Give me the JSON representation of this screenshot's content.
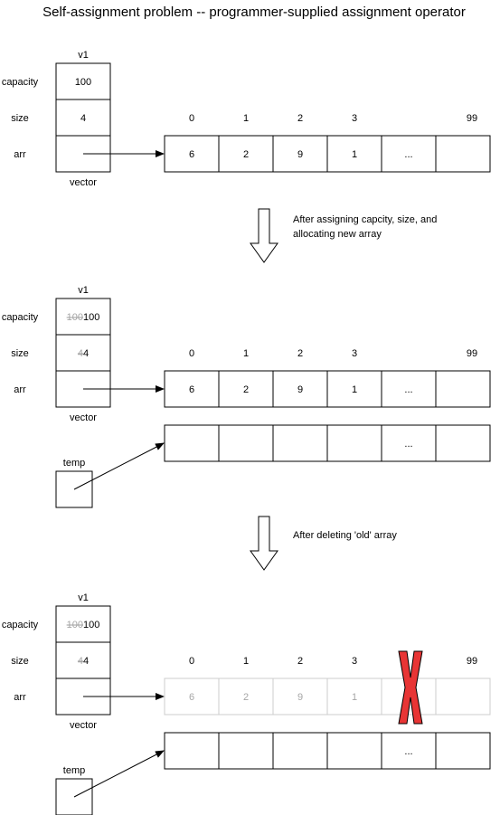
{
  "title": "Self-assignment problem -- programmer-supplied assignment operator",
  "vector": {
    "name": "v1",
    "type_label": "vector",
    "field_labels": [
      "capacity",
      "size",
      "arr"
    ],
    "capacity": "100",
    "size": "4"
  },
  "array": {
    "index_labels": [
      "0",
      "1",
      "2",
      "3",
      "",
      "99"
    ],
    "values": [
      "6",
      "2",
      "9",
      "1",
      "...",
      ""
    ]
  },
  "temp": {
    "label": "temp",
    "values": [
      "",
      "",
      "",
      "",
      "...",
      ""
    ]
  },
  "strikethrough_old": {
    "capacity": "100",
    "size": "4"
  },
  "steps": [
    {
      "label": "After assigning capcity, size, and allocating new array"
    },
    {
      "label": "After deleting 'old' array"
    }
  ],
  "colors": {
    "line": "#000000",
    "faded_text": "#a6a6a6",
    "faded_border": "#cccccc",
    "delete_mark": "#e83535"
  }
}
